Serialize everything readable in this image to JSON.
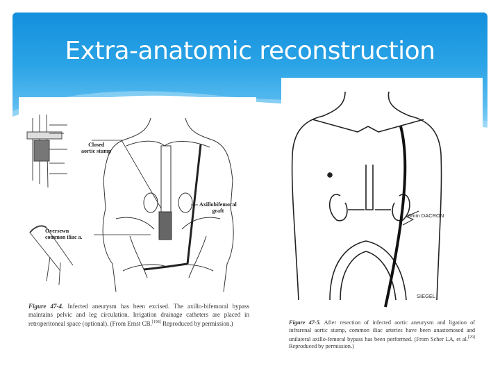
{
  "slide": {
    "title": "Extra-anatomic reconstruction",
    "colors": {
      "header_top": "#138fdc",
      "header_bottom": "#8ed2f6",
      "title_text": "#ffffff"
    }
  },
  "figure_left": {
    "labels": {
      "closed_line1": "Closed",
      "closed_line2": "aortic stump",
      "graft_line1": "Axillobifemoral",
      "graft_line2": "graft",
      "oversewn_line1": "Oversewn",
      "oversewn_line2": "common iliac a."
    },
    "caption": {
      "figure_id": "Figure 47-4.",
      "text": "Infected aneurysm has been excised. The axillo-bifemoral bypass maintains pelvic and leg circulation. Irrigation drainage catheters are placed in retroperitoneal space (optional). (From Ernst CB.",
      "ref": "[198]",
      "text_end": " Reproduced by permission.)"
    }
  },
  "figure_right": {
    "labels": {
      "dacron": "8mm DACRON",
      "artist": "SIEGEL"
    },
    "caption": {
      "figure_id": "Figure 47-5.",
      "text": "After resection of infected aortic aneurysm and ligation of infrarenal aortic stump, common iliac arteries have been anastomosed and unilateral axillo-femoral bypass has been performed. (From Scher LA, et al.",
      "ref": "[29]",
      "text_end": " Reproduced by permission.)"
    }
  }
}
